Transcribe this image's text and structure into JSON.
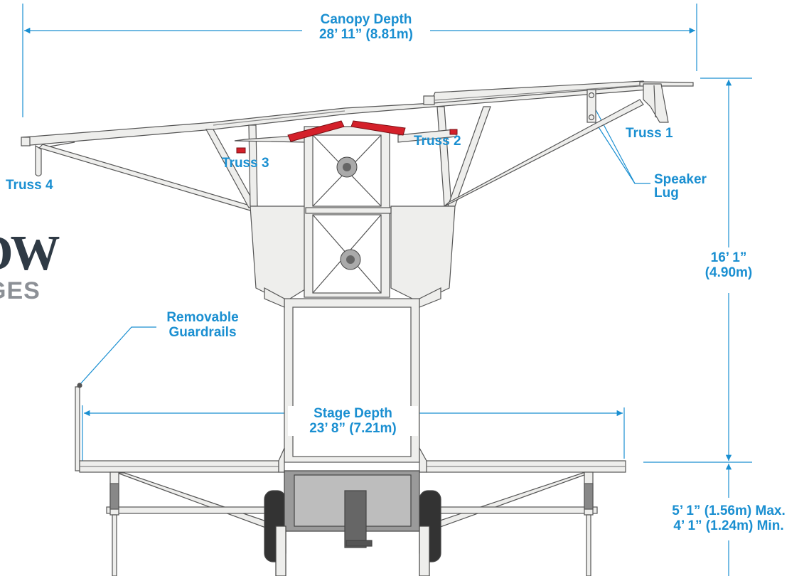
{
  "labels": {
    "canopy_depth": "Canopy Depth",
    "canopy_depth_value": "28’ 11” (8.81m)",
    "truss_1": "Truss 1",
    "truss_2": "Truss 2",
    "truss_3": "Truss 3",
    "truss_4": "Truss 4",
    "speaker_lug_line1": "Speaker",
    "speaker_lug_line2": "Lug",
    "height_value": "16’ 1”",
    "height_metric": "(4.90m)",
    "guardrails_line1": "Removable",
    "guardrails_line2": "Guardrails",
    "stage_depth": "Stage Depth",
    "stage_depth_value": "23’ 8” (7.21m)",
    "deck_height_max": "5’ 1” (1.56m) Max.",
    "deck_height_min": "4’ 1” (1.24m) Min."
  },
  "logo": {
    "top_text": "DW",
    "bottom_text": "GES"
  },
  "colors": {
    "dimension_line": "#1a8fd1",
    "structure_fill": "#eeeeec",
    "structure_stroke": "#555555",
    "hydraulic_ram": "#d4202a",
    "chassis": "#9a9a9a",
    "tire": "#333333"
  }
}
